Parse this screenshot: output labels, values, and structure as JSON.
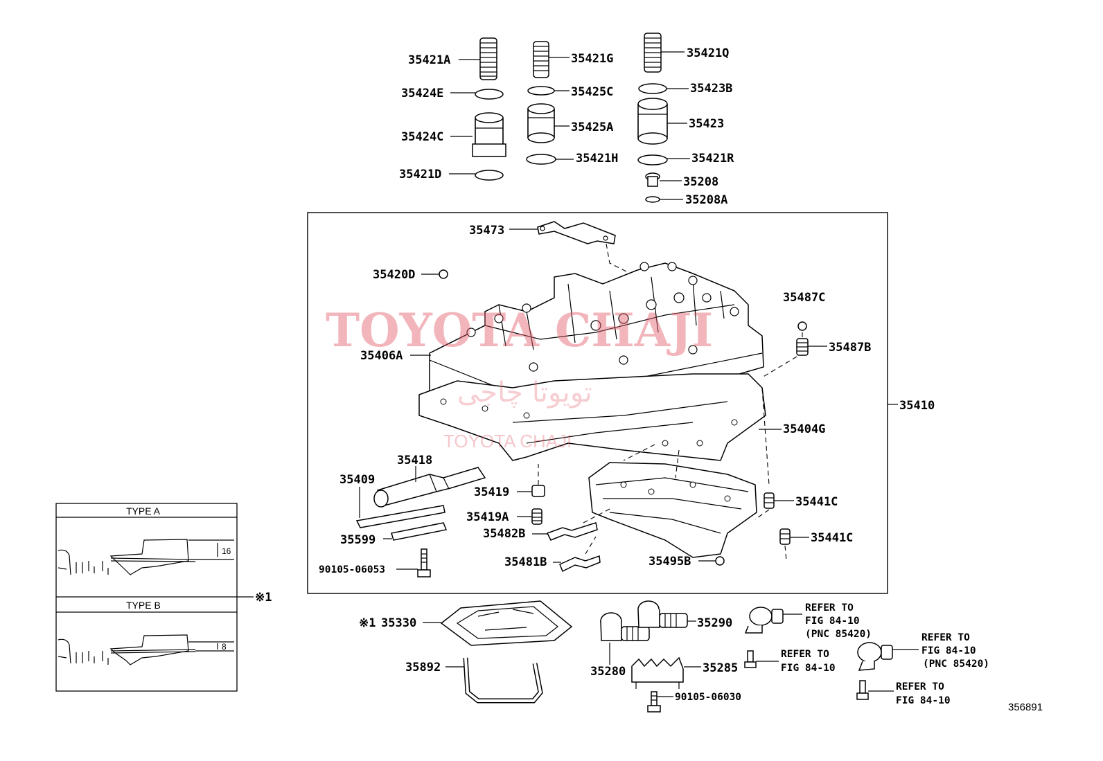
{
  "labels": {
    "p35421A": "35421A",
    "p35421G": "35421G",
    "p35421Q": "35421Q",
    "p35424E": "35424E",
    "p35425C": "35425C",
    "p35423B": "35423B",
    "p35424C": "35424C",
    "p35425A": "35425A",
    "p35423": "35423",
    "p35421H": "35421H",
    "p35421R": "35421R",
    "p35421D": "35421D",
    "p35208": "35208",
    "p35208A": "35208A",
    "p35473": "35473",
    "p35420D": "35420D",
    "p35487C": "35487C",
    "p35487B": "35487B",
    "p35406A": "35406A",
    "p35410": "35410",
    "p35404G": "35404G",
    "p35418": "35418",
    "p35409": "35409",
    "p35419": "35419",
    "p35441C_a": "35441C",
    "p35419A": "35419A",
    "p35482B": "35482B",
    "p35599": "35599",
    "p35441C_b": "35441C",
    "p90105_06053": "90105-06053",
    "p35481B": "35481B",
    "p35495B": "35495B",
    "p35330": "35330",
    "p35290": "35290",
    "p35892": "35892",
    "p35280": "35280",
    "p35285": "35285",
    "p90105_06030": "90105-06030"
  },
  "note_mark": "※1",
  "refer": [
    {
      "line1": "REFER TO",
      "line2": "FIG 84-10",
      "line3": "(PNC 85420)"
    },
    {
      "line1": "REFER TO",
      "line2": "FIG 84-10",
      "line3": "(PNC 85420)"
    },
    {
      "line1": "REFER TO",
      "line2": "FIG 84-10"
    },
    {
      "line1": "REFER TO",
      "line2": "FIG 84-10"
    }
  ],
  "inset": {
    "type_a": {
      "title": "TYPE A",
      "dimension": "16"
    },
    "type_b": {
      "title": "TYPE B",
      "dimension": "8"
    }
  },
  "watermark": {
    "main": "TOYOTA CHAJI",
    "arabic": "تويوتا چاجی",
    "small": "TOYOTA CHAJI"
  },
  "figure_number": "356891"
}
